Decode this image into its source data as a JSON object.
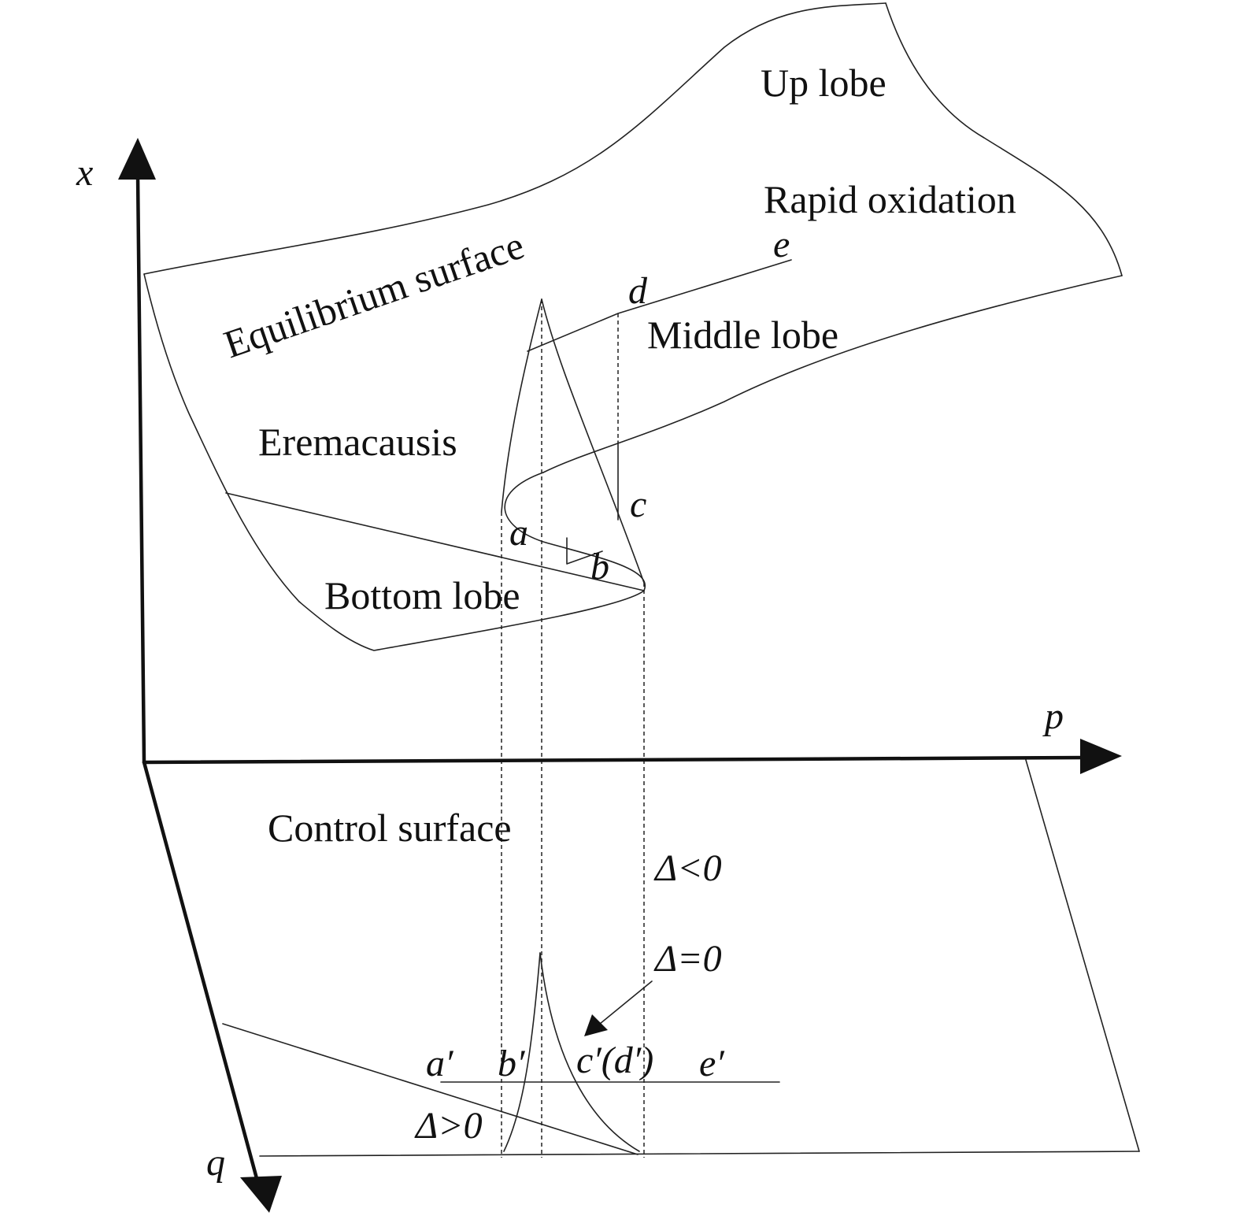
{
  "regions": {
    "up_lobe": "Up lobe",
    "rapid_oxidation": "Rapid oxidation",
    "equilibrium_surface": "Equilibrium surface",
    "middle_lobe": "Middle lobe",
    "eremacausis": "Eremacausis",
    "bottom_lobe": "Bottom lobe",
    "control_surface": "Control surface"
  },
  "axes": {
    "x": "x",
    "p": "p",
    "q": "q"
  },
  "points": {
    "a": "a",
    "b": "b",
    "c": "c",
    "d": "d",
    "e": "e",
    "a_prime": "a′",
    "b_prime": "b′",
    "c_d_prime": "c′(d′)",
    "e_prime": "e′"
  },
  "conditions": {
    "delta_less": "Δ<0",
    "delta_equal": "Δ=0",
    "delta_greater": "Δ>0"
  }
}
